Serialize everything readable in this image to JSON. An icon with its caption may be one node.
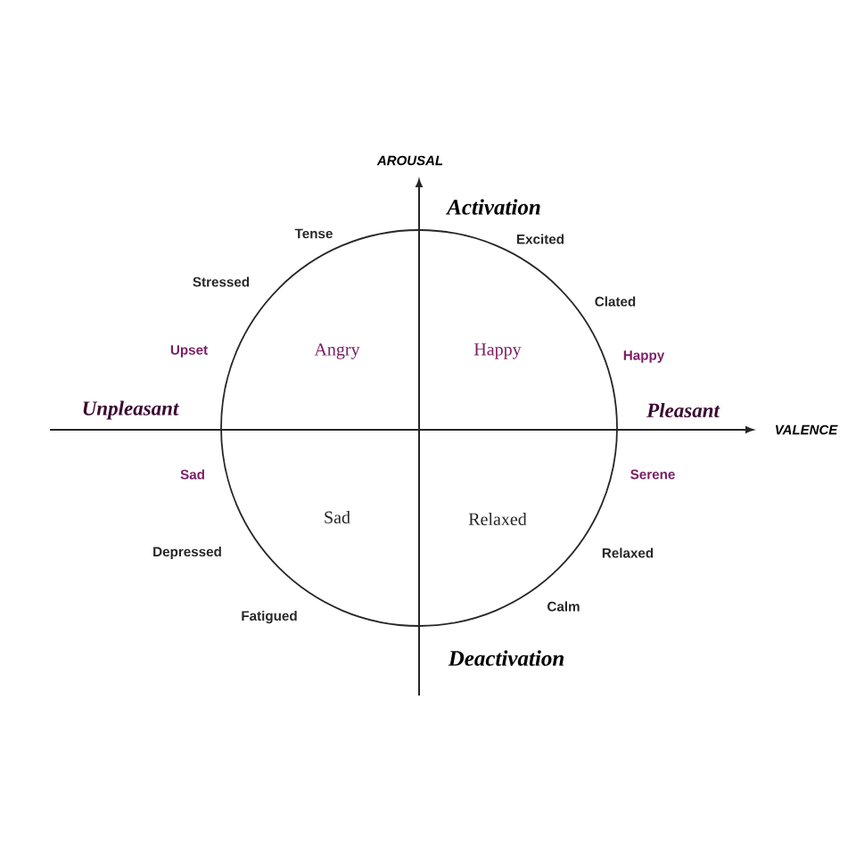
{
  "diagram": {
    "labels": [
      "AROUSAL",
      "Activation",
      "Tense",
      "Excited",
      "Stressed",
      "Clated",
      "Upset",
      "Angry",
      "Happy",
      "Happy",
      "Unpleasant",
      "Pleasant",
      "VALENCE",
      "Sad",
      "Serene",
      "Sad",
      "Relaxed",
      "Depressed",
      "Relaxed",
      "Fatigued",
      "Calm",
      "Deactivation"
    ]
  }
}
